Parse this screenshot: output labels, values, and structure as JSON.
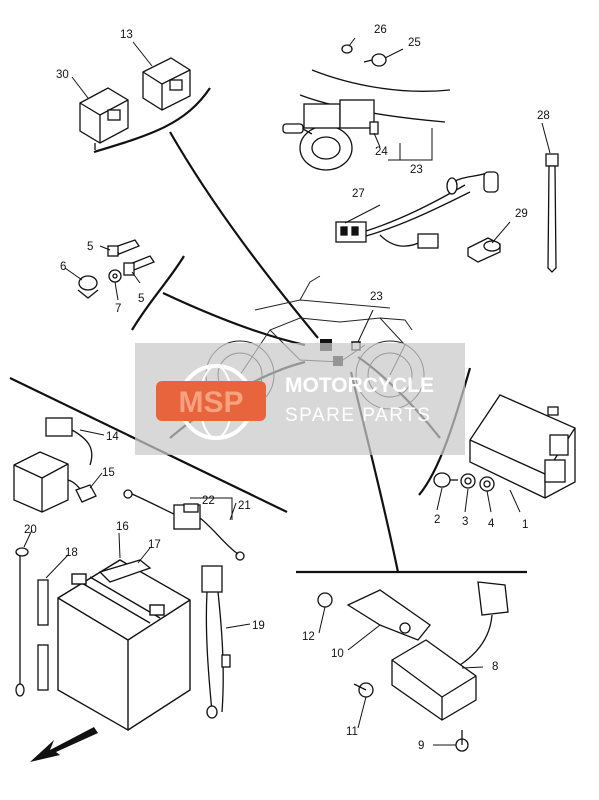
{
  "watermark": {
    "logo_text": "MSP",
    "line1": "MOTORCYCLE",
    "line2": "SPARE PARTS",
    "logo_color": "#e8643c",
    "text_color": "#ffffff"
  },
  "parts": [
    {
      "num": "1"
    },
    {
      "num": "2"
    },
    {
      "num": "3"
    },
    {
      "num": "4"
    },
    {
      "num": "5"
    },
    {
      "num": "5"
    },
    {
      "num": "6"
    },
    {
      "num": "7"
    },
    {
      "num": "8"
    },
    {
      "num": "9"
    },
    {
      "num": "10"
    },
    {
      "num": "11"
    },
    {
      "num": "12"
    },
    {
      "num": "13"
    },
    {
      "num": "14"
    },
    {
      "num": "15"
    },
    {
      "num": "16"
    },
    {
      "num": "17"
    },
    {
      "num": "18"
    },
    {
      "num": "19"
    },
    {
      "num": "20"
    },
    {
      "num": "21"
    },
    {
      "num": "22"
    },
    {
      "num": "23"
    },
    {
      "num": "23"
    },
    {
      "num": "24"
    },
    {
      "num": "25"
    },
    {
      "num": "26"
    },
    {
      "num": "27"
    },
    {
      "num": "28"
    },
    {
      "num": "29"
    },
    {
      "num": "30"
    }
  ]
}
